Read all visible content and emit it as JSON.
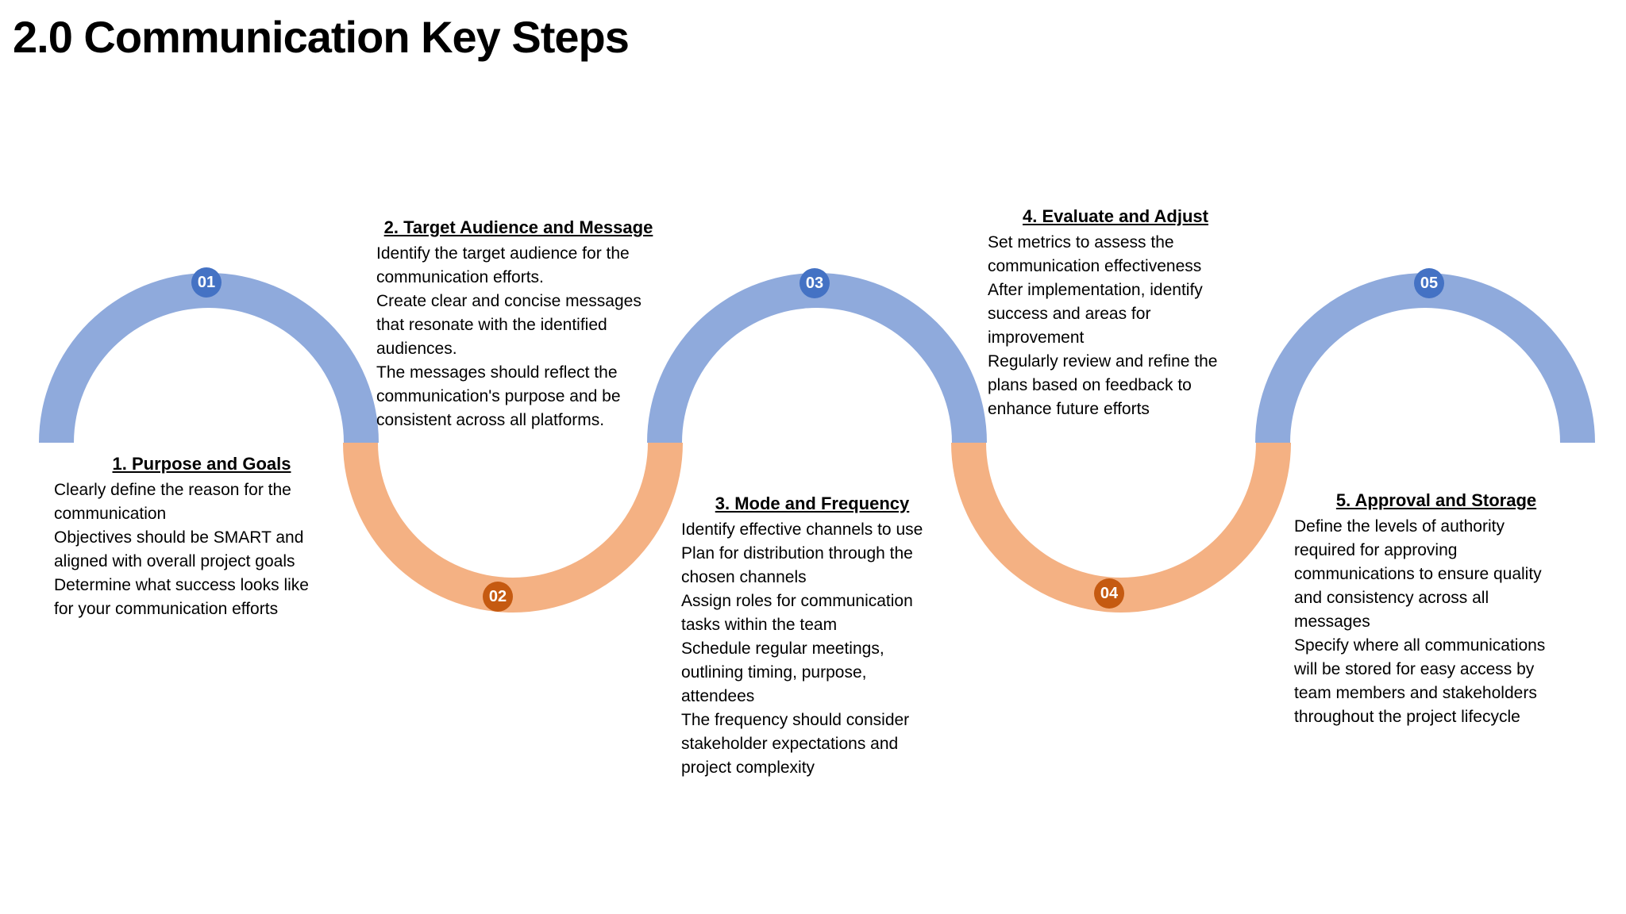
{
  "title": "2.0 Communication Key Steps",
  "colors": {
    "background": "#FFFFFF",
    "text": "#000000",
    "arc_blue": "#8FAADC",
    "arc_orange": "#F4B183",
    "badge_blue": "#4472C4",
    "badge_orange": "#C55A11"
  },
  "steps": [
    {
      "number": "01",
      "heading": "1. Purpose and Goals",
      "body": "Clearly define the reason for the\ncommunication\nObjectives should be SMART and\naligned with overall project goals\nDetermine what success looks like\nfor your communication efforts",
      "arc_color": "blue",
      "text_position": "below-arc"
    },
    {
      "number": "02",
      "heading": "2. Target Audience and Message",
      "body": "Identify the target audience for the\ncommunication efforts.\nCreate clear and concise messages\nthat resonate with the identified\naudiences.\nThe messages should reflect the\ncommunication's purpose and be\nconsistent across all platforms.",
      "arc_color": "orange",
      "text_position": "above-arc"
    },
    {
      "number": "03",
      "heading": "3. Mode and Frequency",
      "body": "Identify effective channels to use\nPlan for distribution through the\nchosen channels\nAssign roles for communication\ntasks within the team\nSchedule regular meetings,\noutlining timing, purpose,\nattendees\nThe frequency should consider\nstakeholder expectations and\nproject complexity",
      "arc_color": "blue",
      "text_position": "below-arc"
    },
    {
      "number": "04",
      "heading": "4. Evaluate and Adjust",
      "body": "Set metrics to assess the\ncommunication effectiveness\nAfter implementation, identify\nsuccess and areas for\nimprovement\nRegularly review and refine the\nplans based on feedback to\nenhance future efforts",
      "arc_color": "orange",
      "text_position": "above-arc"
    },
    {
      "number": "05",
      "heading": "5. Approval and Storage",
      "body": "Define the levels of authority\nrequired for approving\ncommunications to ensure quality\nand consistency across all\nmessages\nSpecify where all communications\nwill be stored for easy access by\nteam members and stakeholders\nthroughout the project lifecycle",
      "arc_color": "blue",
      "text_position": "below-arc"
    }
  ]
}
